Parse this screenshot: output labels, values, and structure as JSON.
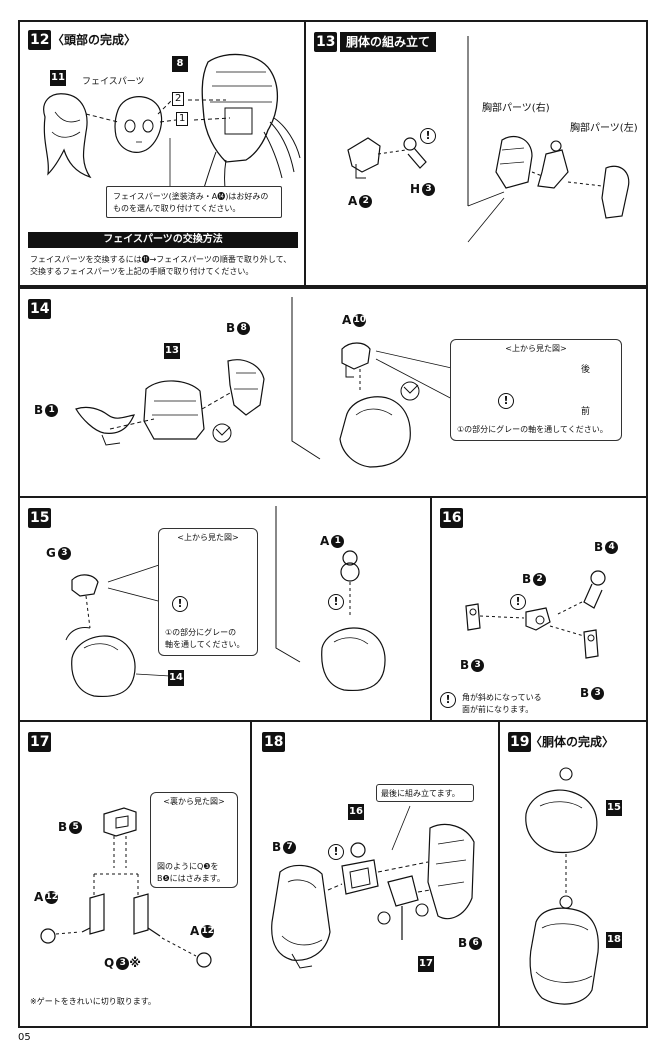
{
  "page_number": "05",
  "steps": {
    "s12": {
      "num": "12",
      "title": "〈頭部の完成〉",
      "part_11": "11",
      "part_8": "8",
      "face_parts": "フェイスパーツ",
      "order_1": "1",
      "order_2": "2",
      "callout_line1": "フェイスパーツ(塗装済み・A⓮)はお好みの",
      "callout_line2": "ものを選んで取り付けてください。",
      "exchange_title": "フェイスパーツの交換方法",
      "exchange_line1": "フェイスパーツを交換するには⓫→フェイスパーツの順番で取り外して、",
      "exchange_line2": "交換するフェイスパーツを上記の手順で取り付けてください。"
    },
    "s13": {
      "num": "13",
      "title": "胴体の組み立て",
      "part_a": "A",
      "part_a_num": "2",
      "part_h": "H",
      "part_h_num": "3",
      "chest_right": "胸部パーツ(右)",
      "chest_left": "胸部パーツ(左)"
    },
    "s14": {
      "num": "14",
      "part_b1": "B",
      "part_b1_num": "1",
      "part_13": "13",
      "part_b8": "B",
      "part_b8_num": "8",
      "part_a10": "A",
      "part_a10_num": "10",
      "view_title": "<上から見た図>",
      "back": "後",
      "front": "前",
      "view_note": "①の部分にグレーの軸を通してください。"
    },
    "s15": {
      "num": "15",
      "part_g": "G",
      "part_g_num": "3",
      "part_14": "14",
      "view_title": "<上から見た図>",
      "view_note_1": "①の部分にグレーの",
      "view_note_2": "軸を通してください。",
      "part_a": "A",
      "part_a_num": "1"
    },
    "s16": {
      "num": "16",
      "part_b4": "B",
      "part_b4_num": "4",
      "part_b2": "B",
      "part_b2_num": "2",
      "part_b3a": "B",
      "part_b3a_num": "3",
      "part_b3b": "B",
      "part_b3b_num": "3",
      "note_1": "角が斜めになっている",
      "note_2": "面が前になります。"
    },
    "s17": {
      "num": "17",
      "part_b5": "B",
      "part_b5_num": "5",
      "view_title": "<裏から見た図>",
      "view_note_1": "図のようにQ❸を",
      "view_note_2": "B❺にはさみます。",
      "part_a12a": "A",
      "part_a12a_num": "12",
      "part_a12b": "A",
      "part_a12b_num": "12",
      "part_q": "Q",
      "part_q_num": "3",
      "asterisk": "※",
      "gate_note": "※ゲートをきれいに切り取ります。"
    },
    "s18": {
      "num": "18",
      "part_b7": "B",
      "part_b7_num": "7",
      "part_16": "16",
      "last_note": "最後に組み立てます。",
      "part_b6": "B",
      "part_b6_num": "6",
      "part_17": "17"
    },
    "s19": {
      "num": "19",
      "title": "〈胴体の完成〉",
      "part_15": "15",
      "part_18": "18"
    }
  }
}
